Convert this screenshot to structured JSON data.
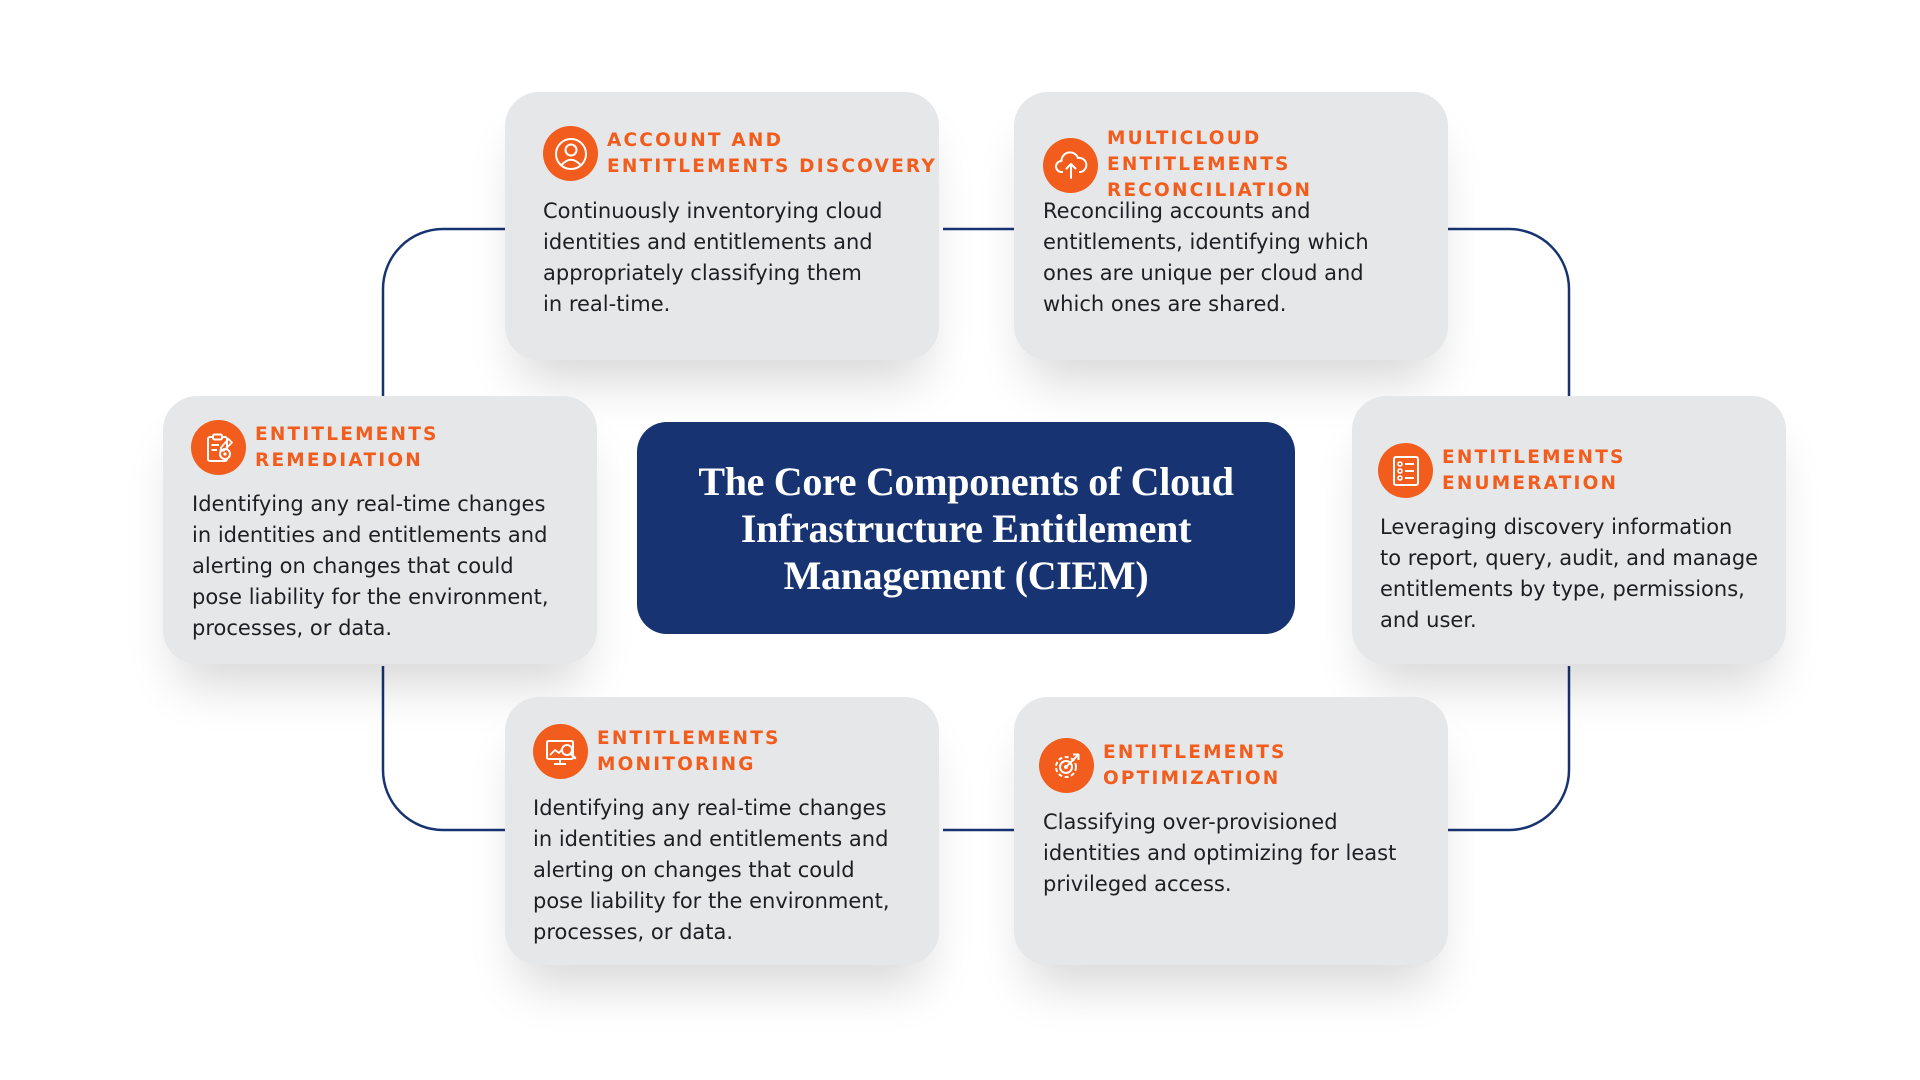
{
  "colors": {
    "accent": "#f25c1c",
    "center_bg": "#173372",
    "connector": "#173372",
    "card_bg": "#e6e7e8",
    "body_text": "#1e1e24"
  },
  "center": {
    "title": "The Core Components of Cloud\nInfrastructure Entitlement\nManagement (CIEM)"
  },
  "cards": [
    {
      "id": "discovery",
      "icon": "user-profile-icon",
      "title": "ACCOUNT AND\nENTITLEMENTS DISCOVERY",
      "body": "Continuously inventorying cloud\nidentities and entitlements and\nappropriately classifying them\nin real-time."
    },
    {
      "id": "reconciliation",
      "icon": "cloud-upload-icon",
      "title": "MULTICLOUD ENTITLEMENTS\nRECONCILIATION",
      "body": "Reconciling accounts and\nentitlements, identifying which\nones are unique per cloud and\nwhich ones are shared."
    },
    {
      "id": "remediation",
      "icon": "clipboard-gear-icon",
      "title": "ENTITLEMENTS\nREMEDIATION",
      "body": "Identifying any real-time changes\nin identities and entitlements and\nalerting on changes that could\npose liability for the environment,\nprocesses, or data."
    },
    {
      "id": "enumeration",
      "icon": "user-list-icon",
      "title": "ENTITLEMENTS\nENUMERATION",
      "body": "Leveraging discovery information\nto report, query, audit, and manage\nentitlements by type, permissions,\nand user."
    },
    {
      "id": "monitoring",
      "icon": "monitor-search-icon",
      "title": "ENTITLEMENTS\nMONITORING",
      "body": "Identifying any real-time changes\nin identities and entitlements and\nalerting on changes that could\npose liability for the environment,\nprocesses, or data."
    },
    {
      "id": "optimization",
      "icon": "gear-target-icon",
      "title": "ENTITLEMENTS\nOPTIMIZATION",
      "body": "Classifying over-provisioned\nidentities and optimizing for least\nprivileged access."
    }
  ]
}
